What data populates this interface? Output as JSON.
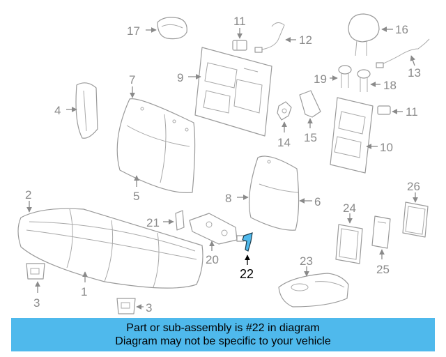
{
  "callouts": {
    "c1": "1",
    "c2": "2",
    "c3a": "3",
    "c3b": "3",
    "c4": "4",
    "c5": "5",
    "c6": "6",
    "c7": "7",
    "c8": "8",
    "c9": "9",
    "c10": "10",
    "c11a": "11",
    "c11b": "11",
    "c12": "12",
    "c13": "13",
    "c14": "14",
    "c15": "15",
    "c16": "16",
    "c17": "17",
    "c18": "18",
    "c19": "19",
    "c20": "20",
    "c21": "21",
    "c22": "22",
    "c23": "23",
    "c24": "24",
    "c25": "25",
    "c26": "26"
  },
  "highlight_color": "#4fb9ec",
  "banner": {
    "line1": "Part or sub-assembly is #22 in diagram",
    "line2": "Diagram may not be specific to your vehicle"
  }
}
